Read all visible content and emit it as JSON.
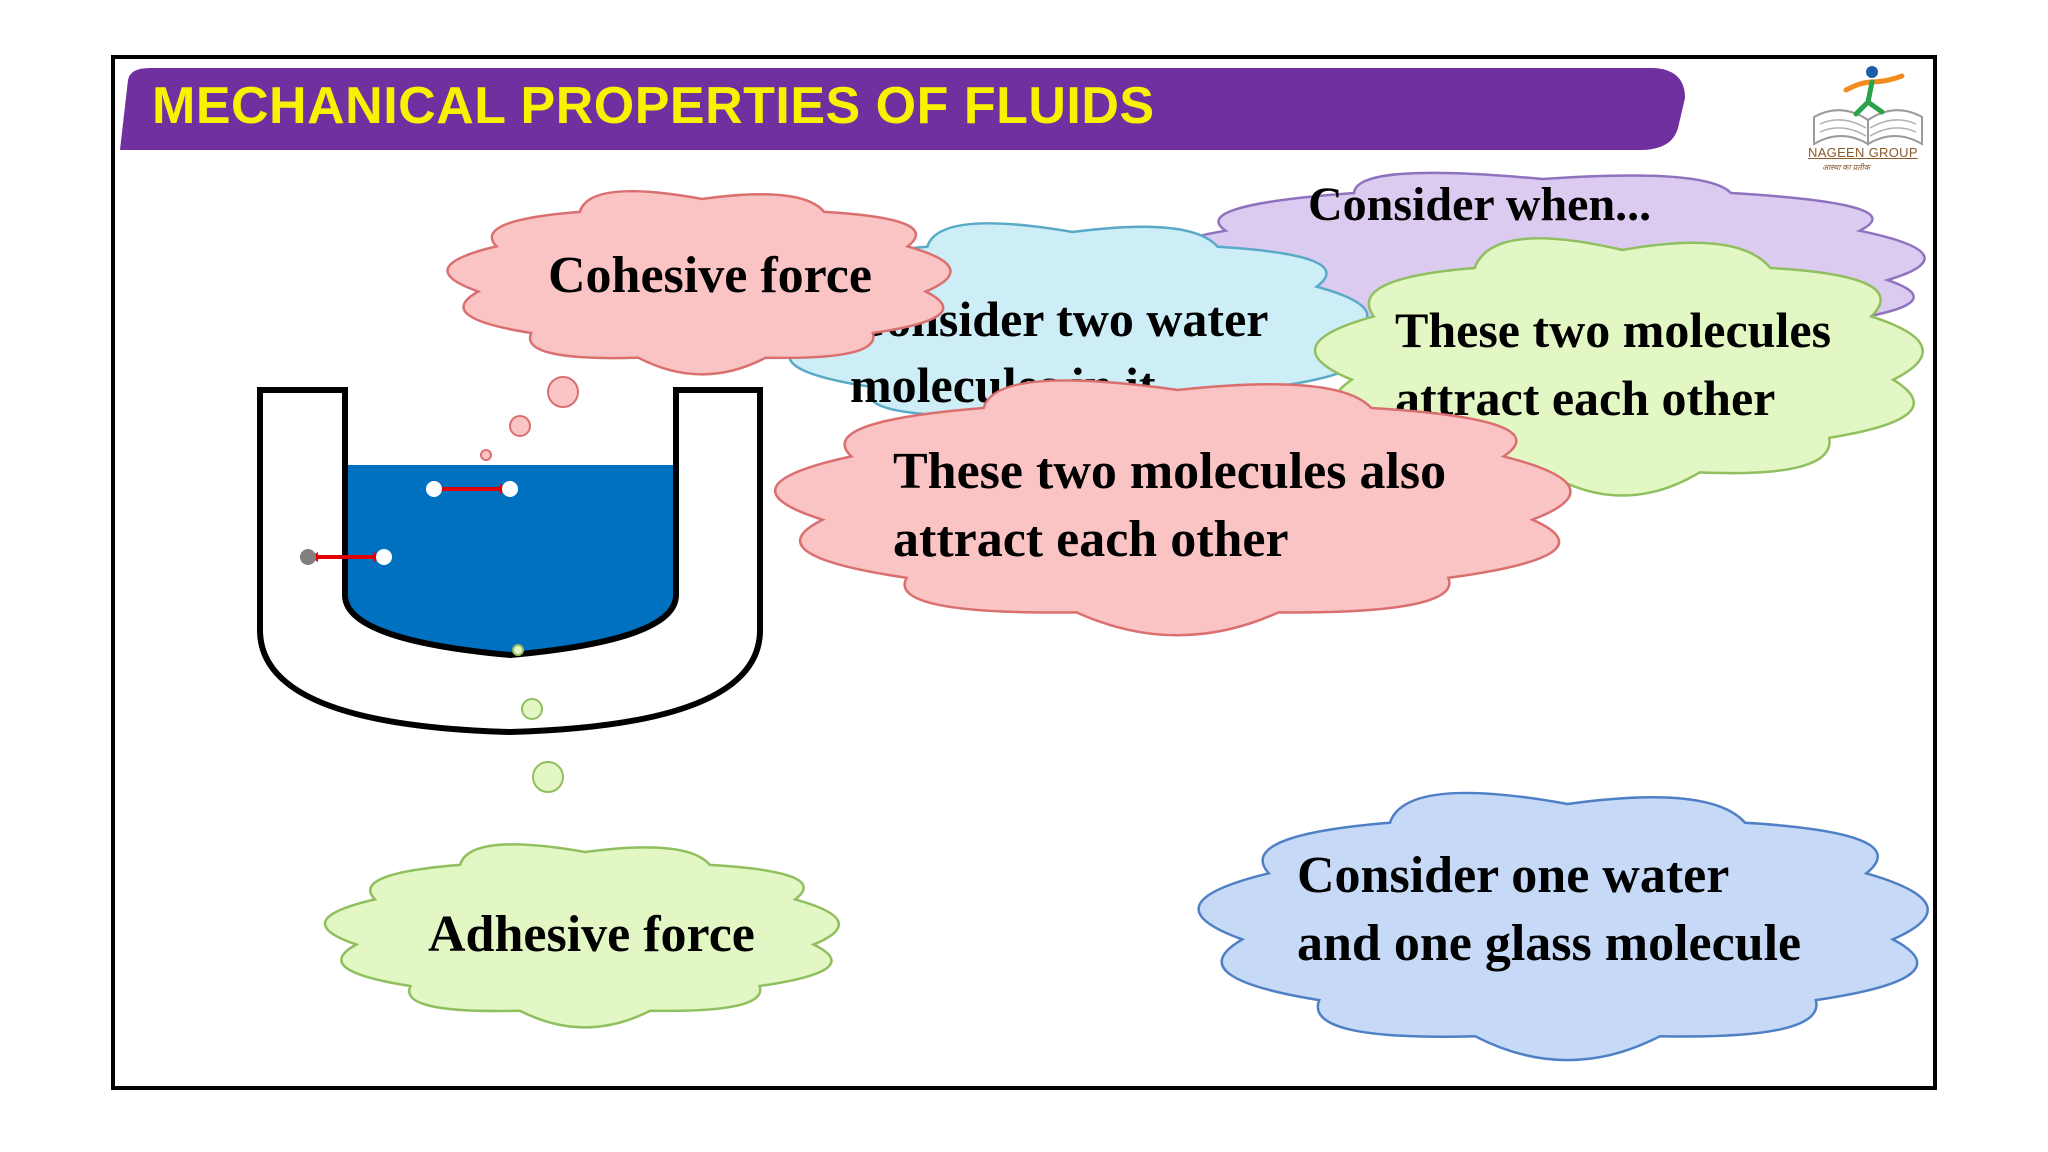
{
  "slide": {
    "title": "MECHANICAL PROPERTIES OF FLUIDS",
    "banner_color": "#7030a0",
    "title_color": "#f6f200"
  },
  "logo": {
    "name": "NAGEEN GROUP",
    "tagline": "आस्था का प्रतीक"
  },
  "clouds": {
    "cohesive": {
      "text": "Cohesive force",
      "fill": "#fbc4c4",
      "stroke": "#d9706f"
    },
    "adhesive": {
      "text": "Adhesive force",
      "fill": "#e3f7c4",
      "stroke": "#8fbf5e"
    },
    "two_water": {
      "lines": [
        "Consider two water",
        "molecules in it"
      ],
      "fill": "#cdeef7",
      "stroke": "#5aa9c6"
    },
    "consider_back": {
      "text": "Consider when...",
      "fill": "#dccbf0",
      "stroke": "#8f72bd"
    },
    "two_attract": {
      "lines": [
        "These two molecules",
        "attract each other"
      ],
      "fill": "#e3f7c4",
      "stroke": "#8fbf5e"
    },
    "also_attract": {
      "lines": [
        "These two molecules also",
        "attract each other"
      ],
      "fill": "#fbc4c4",
      "stroke": "#d9706f"
    },
    "water_glass": {
      "lines": [
        "Consider one water",
        "and one glass molecule"
      ],
      "fill": "#c6d9f7",
      "stroke": "#4f7fc4"
    }
  },
  "colors": {
    "water": "#0070c0",
    "force_arrow": "#e00000",
    "molecule_water": "#ffffff",
    "molecule_glass": "#808080"
  }
}
